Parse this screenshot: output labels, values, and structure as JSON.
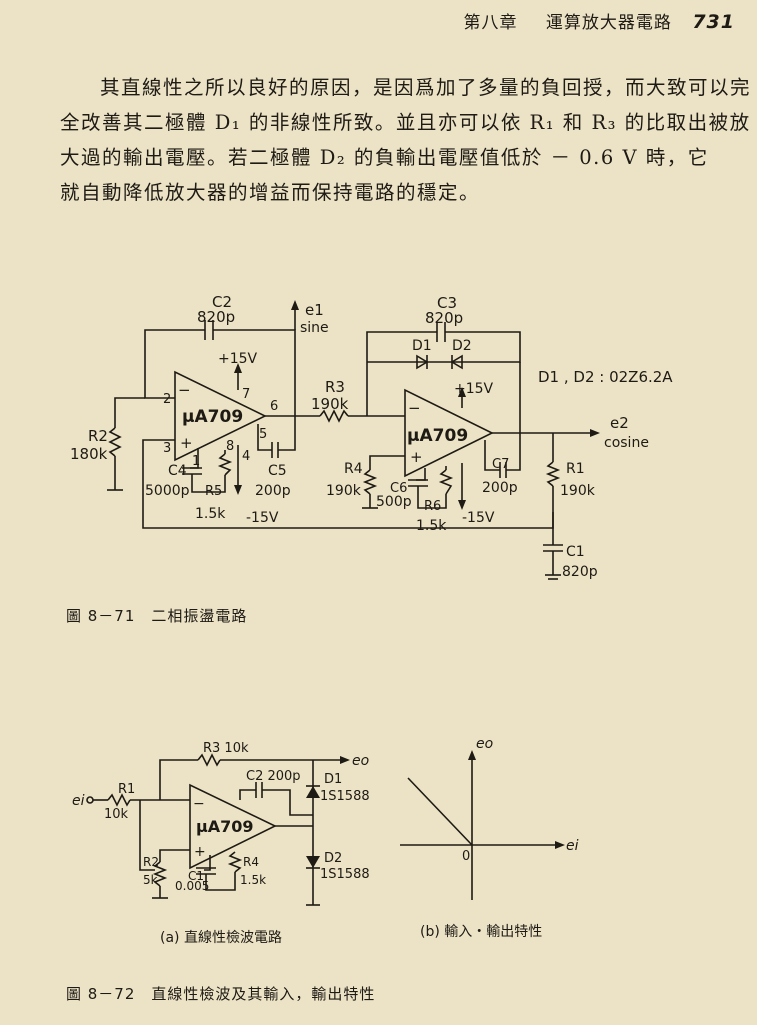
{
  "header": {
    "chapter": "第八章",
    "title": "運算放大器電路",
    "page": "731"
  },
  "paragraph": [
    "其直線性之所以良好的原因，是因爲加了多量的負回授，而大致可以完",
    "全改善其二極體 D₁ 的非線性所致。並且亦可以依 R₁ 和 R₃ 的比取出被放",
    "大過的輸出電壓。若二極體 D₂ 的負輸出電壓值低於 － 0.6 V 時，它",
    "就自動降低放大器的增益而保持電路的穩定。"
  ],
  "fig71": {
    "caption": "圖 8－71　二相振盪電路",
    "amp1": "μA709",
    "amp2": "μA709",
    "c2": "C2",
    "c2v": "820p",
    "c3": "C3",
    "c3v": "820p",
    "e1": "e1",
    "sine": "sine",
    "e2": "e2",
    "cosine": "cosine",
    "vp1": "+15V",
    "vn1": "-15V",
    "vp2": "+15V",
    "vn2": "-15V",
    "r2": "R2",
    "r2v": "180k",
    "r3": "R3",
    "r3v": "190k",
    "r4": "R4",
    "r4v": "190k",
    "r1": "R1",
    "r1v": "190k",
    "r5": "R5",
    "r5v": "1.5k",
    "r6": "R6",
    "r6v": "1.5k",
    "c4": "C4",
    "c4v": "5000p",
    "c5": "C5",
    "c5v": "200p",
    "c6": "C6",
    "c6v": "500p",
    "c7": "C7",
    "c7v": "200p",
    "c1": "C1",
    "c1v": "820p",
    "d1": "D1",
    "d2": "D2",
    "diodes": "D1 , D2 : 02Z6.2A",
    "pins": [
      "2",
      "3",
      "7",
      "6",
      "1",
      "8",
      "5",
      "4"
    ]
  },
  "fig72": {
    "caption": "圖 8－72　直線性檢波及其輸入，輸出特性",
    "sub_a": "(a) 直線性檢波電路",
    "sub_b": "(b) 輸入・輸出特性",
    "amp": "μA709",
    "r3": "R3 10k",
    "r1": "R1",
    "r1v": "10k",
    "c2": "C2 200p",
    "d1": "D1",
    "d1v": "1S1588",
    "d2": "D2",
    "d2v": "1S1588",
    "r2": "R2",
    "r2v": "5k",
    "c1": "C1",
    "c1v": "0.005",
    "r4": "R4",
    "r4v": "1.5k",
    "ei": "ei",
    "eo": "eo",
    "axis_y": "eo",
    "axis_x": "ei",
    "origin": "0"
  }
}
